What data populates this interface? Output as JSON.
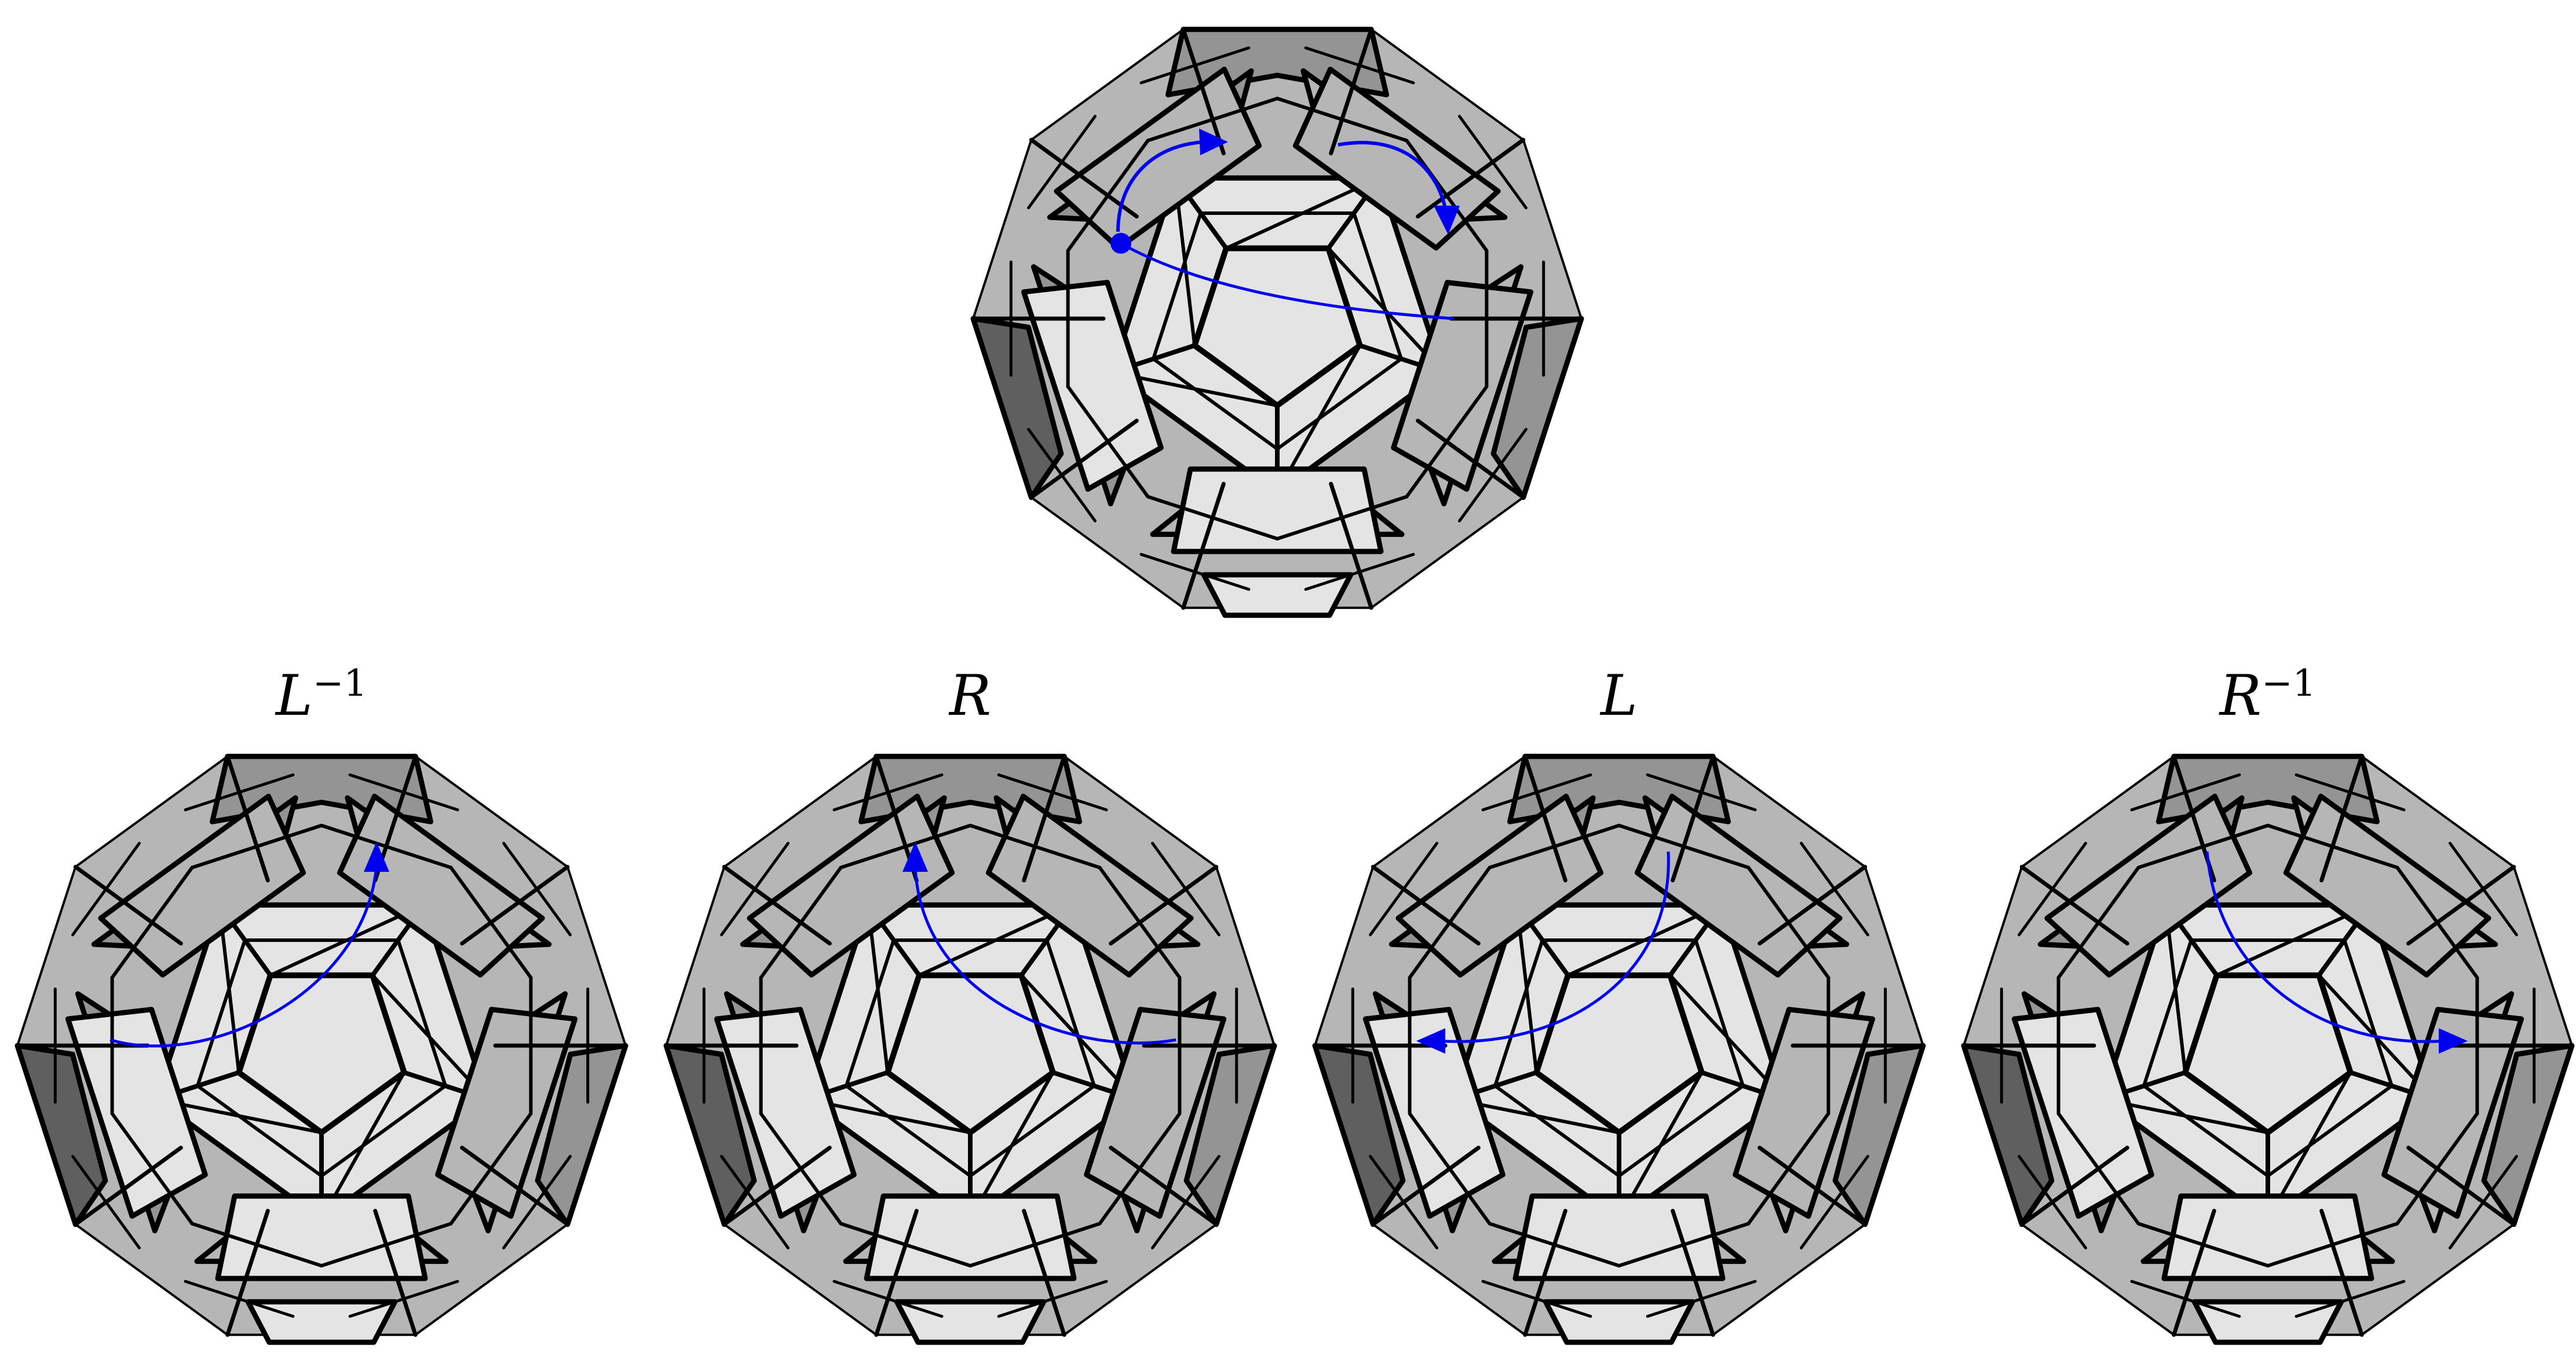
{
  "colors": {
    "background": "#ffffff",
    "face_dark": "#5f5f5f",
    "face_mid": "#949494",
    "face_light": "#b6b6b6",
    "face_pale": "#e4e4e4",
    "edge": "#000000",
    "arrow": "#0000ee"
  },
  "panels": [
    {
      "id": "initial",
      "label": "",
      "exponent": "",
      "arrows": [
        "left-arc",
        "right-arc",
        "connector"
      ]
    },
    {
      "id": "L-inverse",
      "label": "L",
      "exponent": "−1",
      "arrows": [
        "lower-left-to-upper"
      ]
    },
    {
      "id": "R",
      "label": "R",
      "exponent": "",
      "arrows": [
        "lower-right-to-upper"
      ]
    },
    {
      "id": "L",
      "label": "L",
      "exponent": "",
      "arrows": [
        "upper-to-lower-left"
      ]
    },
    {
      "id": "R-inverse",
      "label": "R",
      "exponent": "−1",
      "arrows": [
        "upper-to-lower-right"
      ]
    }
  ]
}
